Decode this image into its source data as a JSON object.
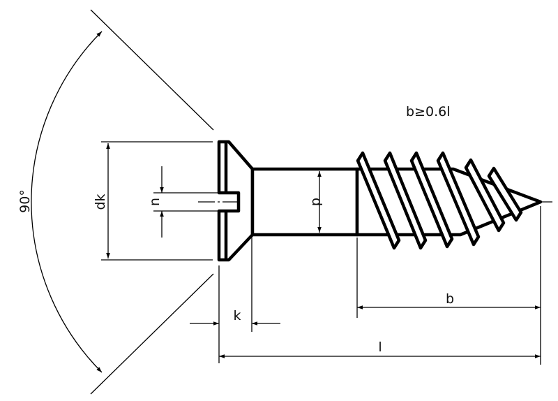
{
  "drawing": {
    "angle_label": "90°",
    "head_diameter_label": "dk",
    "slot_width_label": "n",
    "shank_diameter_label": "d",
    "head_height_label": "k",
    "thread_length_label": "b",
    "total_length_label": "l",
    "thread_note": "b≥0.6l",
    "line_color": "#000000"
  }
}
